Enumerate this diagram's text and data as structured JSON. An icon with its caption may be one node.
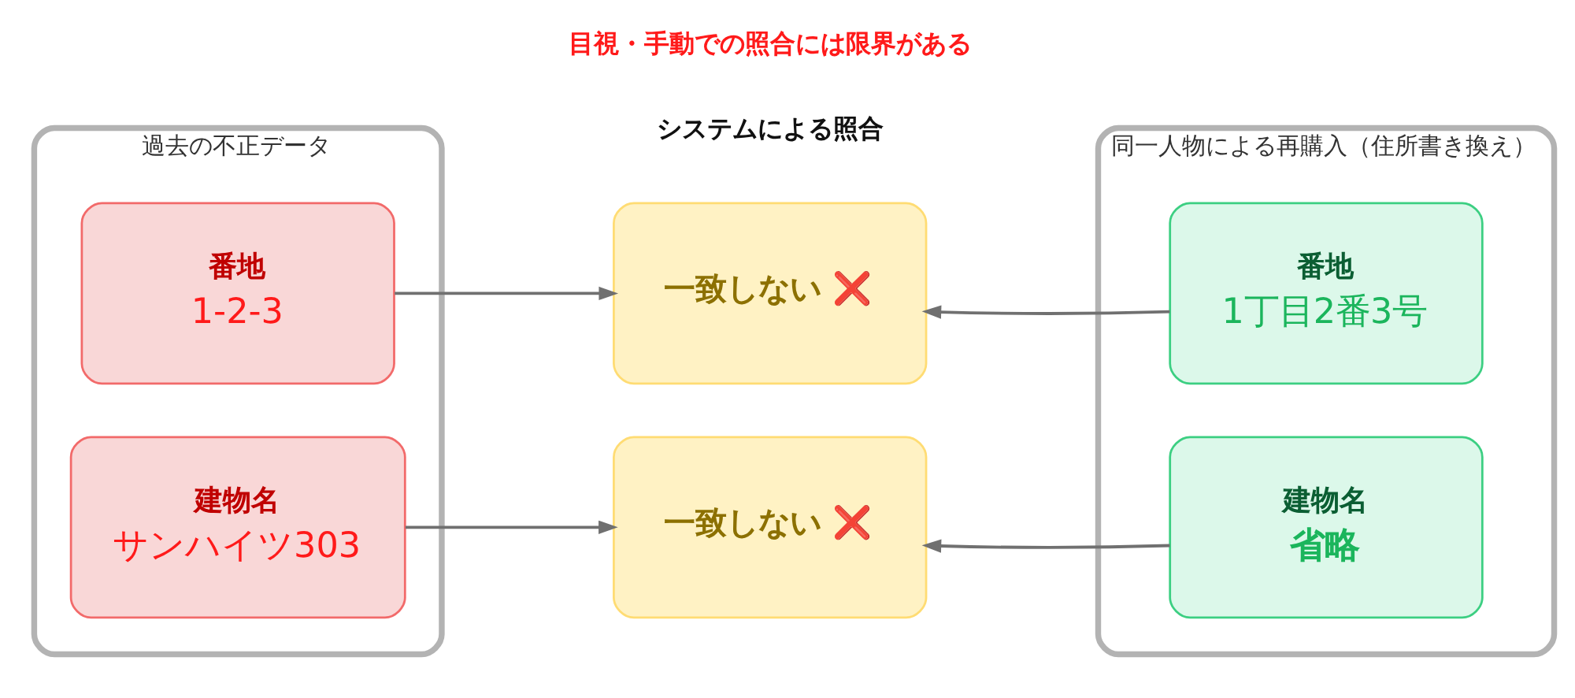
{
  "diagram": {
    "nodes": [
      {
        "text": [
          "過去の不正データ"
        ]
      },
      {
        "text": [
          "番地",
          "1-2-3"
        ],
        "in": 0
      },
      {
        "text": [
          "建物名",
          "サンハイツ303"
        ],
        "in": 0
      },
      {
        "text": [
          "一致しない ❌"
        ]
      },
      {
        "text": [
          "一致しない ❌"
        ]
      },
      {
        "text": [
          "同一人物による再購入（住所書き換え）"
        ]
      },
      {
        "text": [
          "番地",
          "1丁目2番3号"
        ],
        "in": 5
      },
      {
        "text": [
          "建物名",
          "省略"
        ],
        "in": 5
      }
    ],
    "edges": [
      {
        "from": 1,
        "to": 3,
        "arrow": "to"
      },
      {
        "from": 6,
        "to": 3,
        "arrow": "to"
      },
      {
        "from": 2,
        "to": 4,
        "arrow": "to"
      },
      {
        "from": 7,
        "to": 4,
        "arrow": "to"
      }
    ],
    "labels": [
      "目視・手動での照合には限界がある",
      "システムによる照合"
    ]
  }
}
